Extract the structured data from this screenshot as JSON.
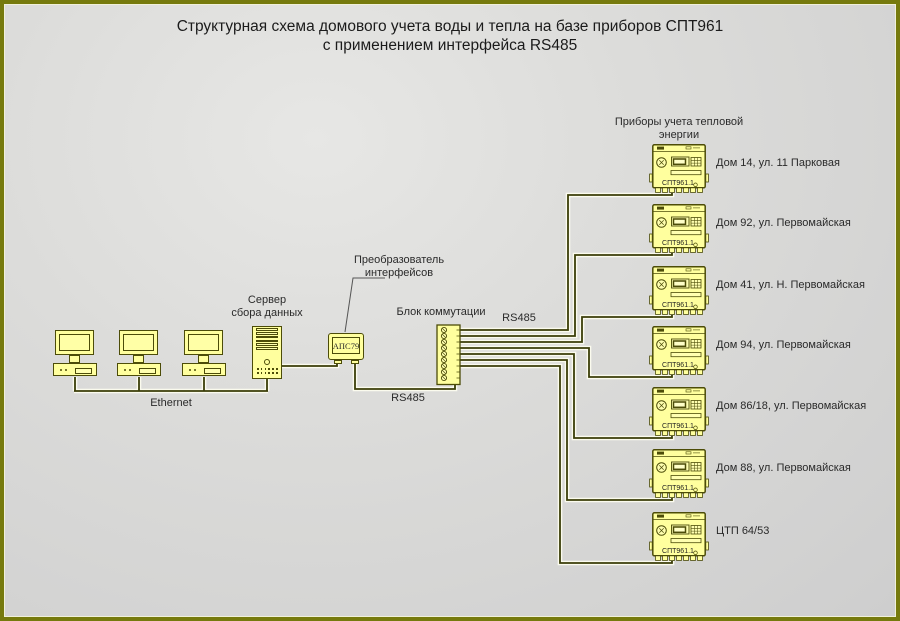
{
  "title": {
    "line1": "Структурная схема домового учета воды и тепла на базе приборов СПТ961",
    "line2": "с применением интерфейса RS485"
  },
  "network": {
    "ethernet_label": "Ethernet",
    "rs485_label_top": "RS485",
    "rs485_label_bottom": "RS485"
  },
  "server": {
    "label_line1": "Сервер",
    "label_line2": "сбора данных"
  },
  "converter": {
    "label_line1": "Преобразователь",
    "label_line2": "интерфейсов",
    "device_name": "АПС79"
  },
  "switch_block": {
    "label": "Блок коммутации"
  },
  "devices_group": {
    "label_line1": "Приборы учета тепловой",
    "label_line2": "энергии"
  },
  "devices": [
    {
      "model": "СПТ961.1",
      "location": "Дом 14, ул. 11 Парковая"
    },
    {
      "model": "СПТ961.1",
      "location": "Дом 92, ул. Первомайская"
    },
    {
      "model": "СПТ961.1",
      "location": "Дом 41, ул. Н. Первомайская"
    },
    {
      "model": "СПТ961.1",
      "location": "Дом 94, ул. Первомайская"
    },
    {
      "model": "СПТ961.1",
      "location": "Дом 86/18, ул. Первомайская"
    },
    {
      "model": "СПТ961.1",
      "location": "Дом 88, ул. Первомайская"
    },
    {
      "model": "СПТ961.1",
      "location": "ЦТП 64/53"
    }
  ],
  "colors": {
    "frame_border": "#767a0d",
    "element_fill": "#ffff9e",
    "element_outline": "#4c4c08",
    "wire": "#3a3d08",
    "text": "#2a2a2a"
  }
}
